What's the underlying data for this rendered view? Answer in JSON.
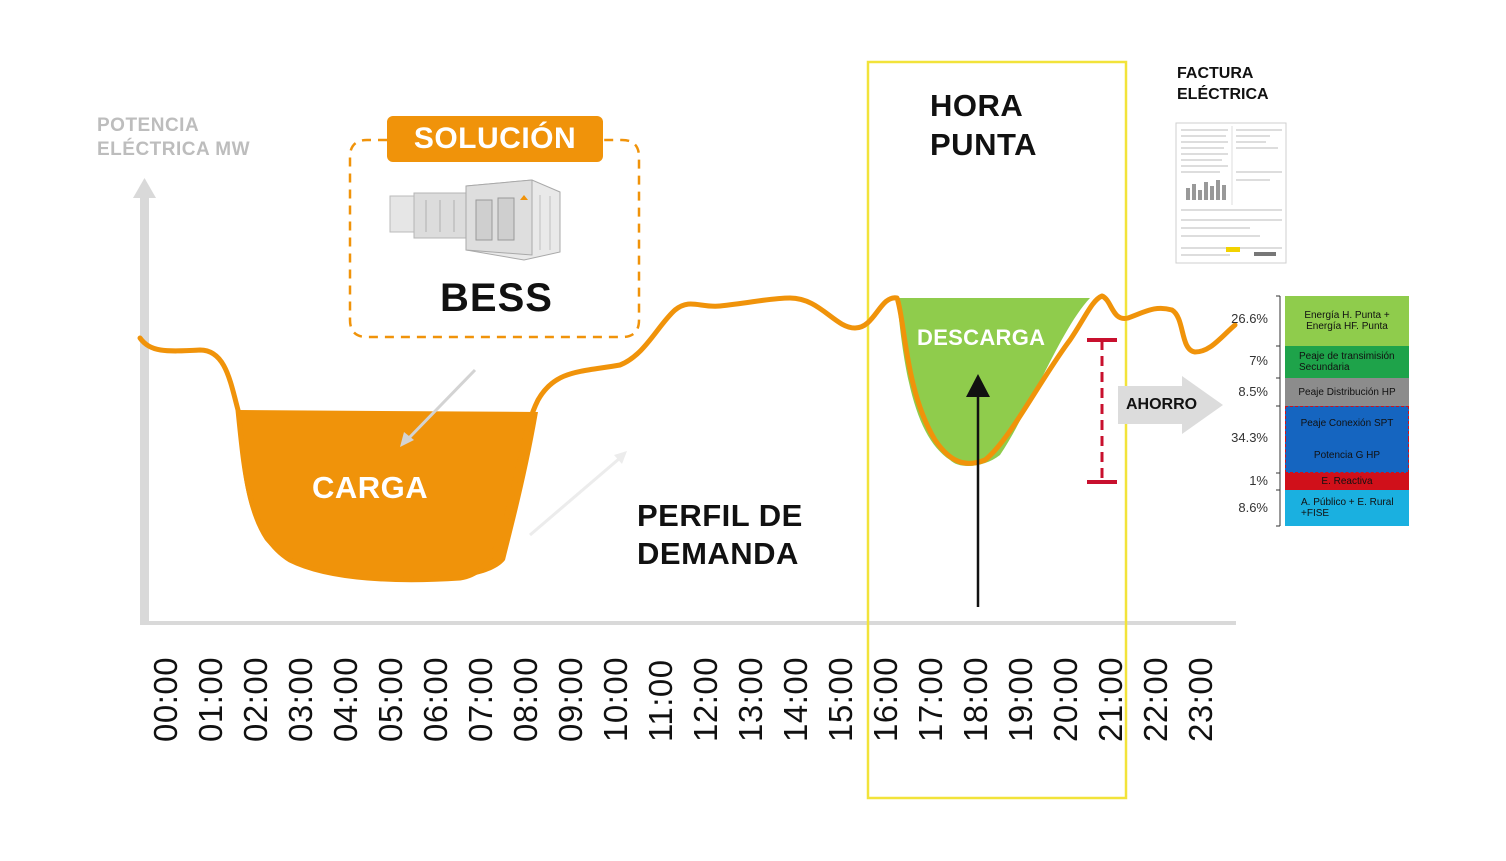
{
  "y_axis_label_line1": "POTENCIA",
  "y_axis_label_line2": "ELÉCTRICA MW",
  "hora_punta_line1": "HORA",
  "hora_punta_line2": "PUNTA",
  "factura_line1": "FACTURA",
  "factura_line2": "ELÉCTRICA",
  "solucion_label": "SOLUCIÓN",
  "bess_label": "BESS",
  "carga_label": "CARGA",
  "descarga_label": "DESCARGA",
  "perfil_line1": "PERFIL DE",
  "perfil_line2": "DEMANDA",
  "ahorro_label": "AHORRO",
  "time_ticks": [
    "00:00",
    "01:00",
    "02:00",
    "03:00",
    "04:00",
    "05:00",
    "06:00",
    "07:00",
    "08:00",
    "09:00",
    "10:00",
    "11:00",
    "12:00",
    "13:00",
    "14:00",
    "15:00",
    "16:00",
    "17:00",
    "18:00",
    "19:00",
    "20:00",
    "21:00",
    "22:00",
    "23:00"
  ],
  "bill_components": [
    {
      "label": "Energía H. Punta + Energía HF. Punta",
      "color": "#8fcc4c"
    },
    {
      "label": "Peaje de transimisión Secundaria",
      "color": "#1ea34a"
    },
    {
      "label": "Peaje Distribución HP",
      "color": "#8c8c8c"
    },
    {
      "label": "Peaje  Conexión SPT",
      "color": "#1565c0"
    },
    {
      "label": "Potencia G HP",
      "color": "#1565c0"
    },
    {
      "label": "E. Reactiva",
      "color": "#d0101a"
    },
    {
      "label": "A. Público + E. Rural +FISE",
      "color": "#1ab0e0"
    }
  ],
  "bill_percentages": [
    "26.6%",
    "7%",
    "8.5%",
    "34.3%",
    "1%",
    "8.6%"
  ],
  "colors": {
    "orange": "#f0930a",
    "green": "#8fcc4c",
    "yellow_frame": "#f2e33a",
    "red_bracket": "#c8102e",
    "axis_gray": "#d9d9d9"
  }
}
